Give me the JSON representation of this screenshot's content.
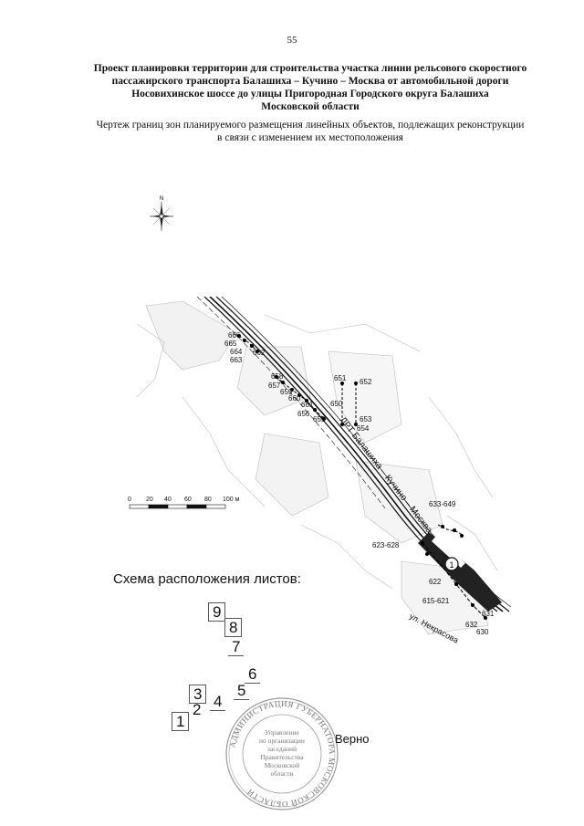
{
  "page_number": "55",
  "title_lines": [
    "Проект планировки территории для строительства участка линии рельсового скоростного",
    "пассажирского транспорта Балашиха – Кучино – Москва от автомобильной дороги",
    "Носовихинское шоссе до улицы Пригородная Городского округа Балашиха",
    "Московской области"
  ],
  "subtitle_lines": [
    "Чертеж границ зон планируемого размещения линейных объектов, подлежащих реконструкции",
    "в связи с изменением их местоположения"
  ],
  "compass": {
    "label": "N"
  },
  "map": {
    "point_labels": [
      "666",
      "665",
      "664",
      "662",
      "663",
      "658",
      "657",
      "659",
      "660",
      "661",
      "656",
      "655",
      "651",
      "652",
      "650",
      "653",
      "654",
      "633-649",
      "623-628",
      "622",
      "615-621",
      "631",
      "632",
      "630"
    ],
    "line_label": "ЛРТ Балашиха – Кучино – Москва",
    "street_label": "ул. Некрасова",
    "marker_label": "1",
    "scale": {
      "ticks": [
        "0",
        "20",
        "40",
        "60",
        "80",
        "100 м"
      ]
    }
  },
  "sheet_layout": {
    "heading": "Схема расположения листов:",
    "sheets": [
      "9",
      "8",
      "7",
      "6",
      "5",
      "4",
      "3",
      "2",
      "1"
    ]
  },
  "seal": {
    "outer_text": "АДМИНИСТРАЦИЯ ГУБЕРНАТОРА МОСКОВСКОЙ ОБЛАСТИ",
    "inner_lines": [
      "Управление",
      "по организации",
      "заседаний",
      "Правительства",
      "Московской",
      "области"
    ]
  },
  "verno": "Верно"
}
